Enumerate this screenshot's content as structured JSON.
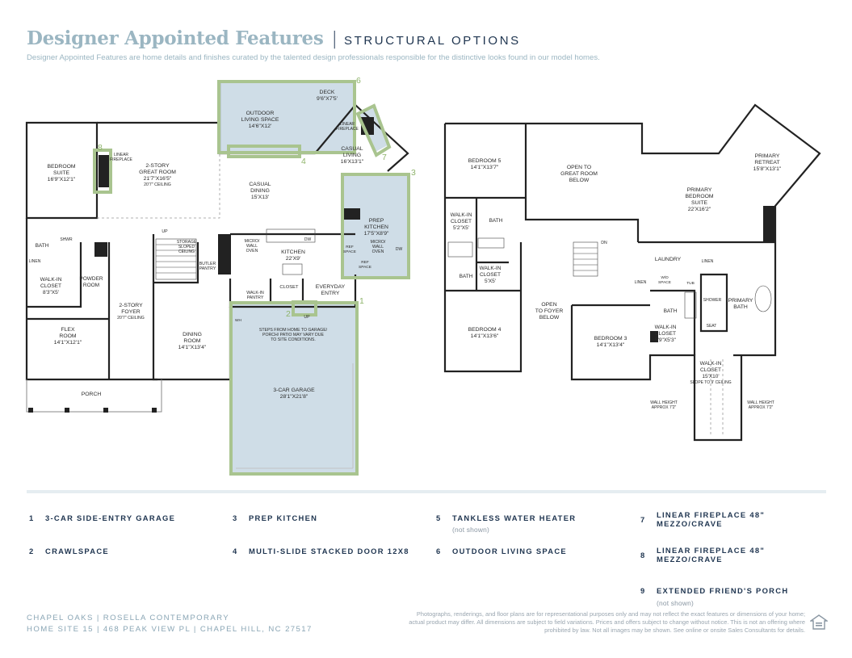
{
  "header": {
    "title": "Designer Appointed Features",
    "separator": "|",
    "section": "STRUCTURAL OPTIONS",
    "subtitle": "Designer Appointed Features are home details and finishes curated by the talented design professionals responsible for the distinctive looks found in our model homes."
  },
  "first_floor": {
    "rooms": {
      "bedroom_suite": [
        "BEDROOM",
        "SUITE",
        "16'9\"X12'1\""
      ],
      "great_room": [
        "2-STORY",
        "GREAT ROOM",
        "21'7\"X16'5\"",
        "20'7\" CEILING"
      ],
      "linear_fireplace_great": [
        "LINEAR",
        "FIREPLACE"
      ],
      "outdoor_living": [
        "OUTDOOR",
        "LIVING SPACE",
        "14'6\"X12'"
      ],
      "deck": [
        "DECK",
        "9'6\"X7'5'"
      ],
      "linear_fireplace_deck": [
        "LINEAR",
        "FIREPLACE"
      ],
      "casual_living": [
        "CASUAL",
        "LIVING",
        "16'X13'1\""
      ],
      "casual_dining": [
        "CASUAL",
        "DINING",
        "15'X13'"
      ],
      "prep_kitchen": [
        "PREP",
        "KITCHEN",
        "17'5\"X8'9\""
      ],
      "bath": "BATH",
      "shwr": "SHWR",
      "linen": "LINEN",
      "walk_in_closet": [
        "WALK-IN",
        "CLOSET",
        "8'3\"X5'"
      ],
      "powder_room": [
        "POWDER",
        "ROOM"
      ],
      "storage": [
        "STORAGE",
        "SLOPED",
        "CEILING"
      ],
      "butler_pantry": [
        "BUTLER",
        "PANTRY"
      ],
      "micro_wall_oven": [
        "MICRO/",
        "WALL",
        "OVEN"
      ],
      "kitchen": [
        "KITCHEN",
        "22'X9'"
      ],
      "dw": "DW",
      "ref_space": [
        "REF",
        "SPACE"
      ],
      "prep_ref_space": [
        "REF",
        "SPACE"
      ],
      "prep_micro": [
        "MICRO/",
        "WALL",
        "OVEN"
      ],
      "prep_dw": "DW",
      "flex_room": [
        "FLEX",
        "ROOM",
        "14'1\"X12'1\""
      ],
      "foyer": [
        "2-STORY",
        "FOYER",
        "20'7\" CEILING"
      ],
      "dining_room": [
        "DINING",
        "ROOM",
        "14'1\"X13'4\""
      ],
      "walk_in_pantry": [
        "WALK-IN",
        "PANTRY"
      ],
      "closet": "CLOSET",
      "everyday_entry": [
        "EVERYDAY",
        "ENTRY"
      ],
      "wh": "WH",
      "steps_note": [
        "STEPS FROM HOME TO GARAGE/",
        "PORCH/ PATIO MAY VARY DUE",
        "TO SITE CONDITIONS."
      ],
      "garage": [
        "3-CAR GARAGE",
        "28'1\"X21'8\""
      ],
      "porch": "PORCH",
      "up": "UP",
      "up_garage": "UP"
    },
    "callouts": [
      "1",
      "2",
      "3",
      "4",
      "6",
      "7",
      "8"
    ]
  },
  "second_floor": {
    "rooms": {
      "bedroom5": [
        "BEDROOM 5",
        "14'1\"X13'7\""
      ],
      "open_great": [
        "OPEN TO",
        "GREAT ROOM",
        "BELOW"
      ],
      "primary_retreat": [
        "PRIMARY",
        "RETREAT",
        "15'8\"X13'1\""
      ],
      "primary_bedroom": [
        "PRIMARY",
        "BEDROOM",
        "SUITE",
        "22'X16'2\""
      ],
      "walk_in_closet_a": [
        "WALK-IN",
        "CLOSET",
        "5'2\"X5'"
      ],
      "bath_a": "BATH",
      "bath_b": "BATH",
      "walk_in_closet_b": [
        "WALK-IN",
        "CLOSET",
        "5'X5'"
      ],
      "dn": "DN",
      "laundry": "LAUNDRY",
      "linen_a": "LINEN",
      "linen_b": "LINEN",
      "wd": [
        "W/D",
        "SPACE"
      ],
      "tub": "TUB",
      "shower": "SHOWER",
      "seat": "SEAT",
      "primary_bath": [
        "PRIMARY",
        "BATH"
      ],
      "bath_c": "BATH",
      "walk_in_closet_c": [
        "WALK-IN",
        "CLOSET",
        "5'9\"X5'3\""
      ],
      "open_foyer": [
        "OPEN",
        "TO FOYER",
        "BELOW"
      ],
      "bedroom4": [
        "BEDROOM 4",
        "14'1\"X13'6\""
      ],
      "bedroom3": [
        "BEDROOM 3",
        "14'1\"X13'4\""
      ],
      "primary_closet": [
        "WALK-IN",
        "CLOSET",
        "15'X10'",
        "SLOPE TO 9' CEILING"
      ],
      "wall_height_left": [
        "WALL HEIGHT",
        "APPROX 7'2\""
      ],
      "wall_height_right": [
        "WALL HEIGHT",
        "APPROX 7'2\""
      ]
    }
  },
  "options": [
    {
      "num": "1",
      "label": "3-CAR SIDE-ENTRY GARAGE",
      "note": ""
    },
    {
      "num": "2",
      "label": "CRAWLSPACE",
      "note": ""
    },
    {
      "num": "3",
      "label": "PREP KITCHEN",
      "note": ""
    },
    {
      "num": "4",
      "label": "MULTI-SLIDE STACKED DOOR 12X8",
      "note": ""
    },
    {
      "num": "5",
      "label": "TANKLESS WATER HEATER",
      "note": "(not shown)"
    },
    {
      "num": "6",
      "label": "OUTDOOR LIVING SPACE",
      "note": ""
    },
    {
      "num": "7",
      "label": "LINEAR FIREPLACE 48\"",
      "label2": "MEZZO/CRAVE",
      "note": ""
    },
    {
      "num": "8",
      "label": "LINEAR FIREPLACE 48\"",
      "label2": "MEZZO/CRAVE",
      "note": ""
    },
    {
      "num": "9",
      "label": "EXTENDED FRIEND'S PORCH",
      "note": "(not shown)"
    }
  ],
  "footer": {
    "line1": "CHAPEL OAKS  |  ROSELLA CONTEMPORARY",
    "line2": "HOME SITE 15  |  468 PEAK VIEW PL  |  CHAPEL HILL, NC 27517",
    "disclaimer": "Photographs, renderings, and floor plans are for representational purposes only and may not reflect the exact features or dimensions of your home; actual product may differ. All dimensions are subject to field variations. Prices and offers subject to change without notice. This is not an offering where prohibited by law. Not all images may be shown. See online or onsite Sales Consultants for details."
  },
  "colors": {
    "accent_green": "#a9c48f",
    "highlight_blue": "#cfdde7",
    "title": "#9bb6c2",
    "navy": "#1f3550"
  },
  "icons": [
    "equal-housing-icon"
  ]
}
